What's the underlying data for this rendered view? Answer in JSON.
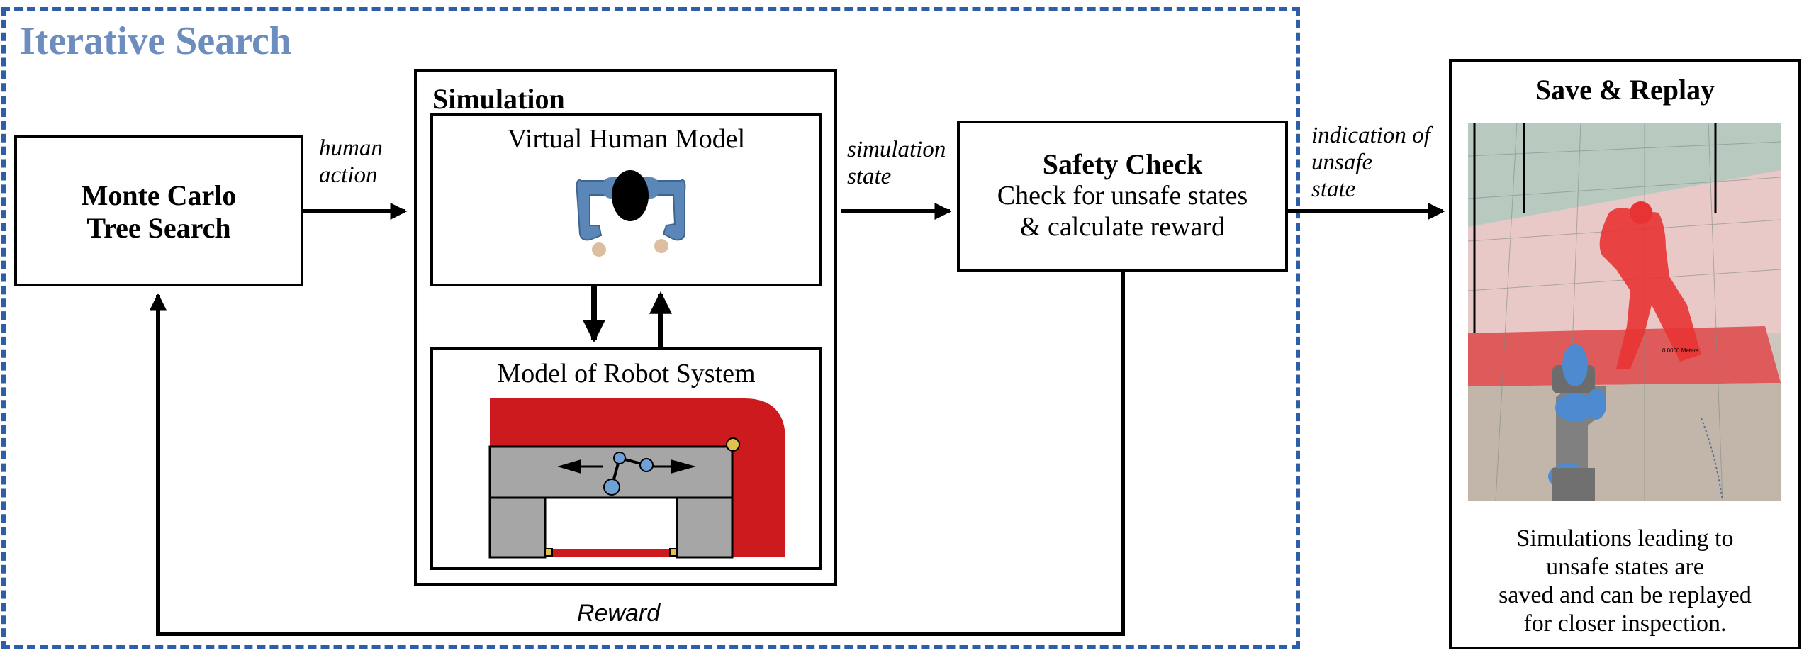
{
  "iterative_search": {
    "title": "Iterative Search"
  },
  "mcts": {
    "line1": "Monte Carlo",
    "line2": "Tree Search"
  },
  "edges": {
    "human_action_1": "human",
    "human_action_2": "action",
    "sim_state_1": "simulation",
    "sim_state_2": "state",
    "unsafe_1": "indication of",
    "unsafe_2": "unsafe",
    "unsafe_3": "state",
    "reward": "Reward"
  },
  "simulation": {
    "title": "Simulation",
    "human_model": "Virtual Human Model",
    "robot_model": "Model of Robot System"
  },
  "safety": {
    "title": "Safety Check",
    "line1": "Check for unsafe states",
    "line2": "& calculate reward"
  },
  "save_replay": {
    "title": "Save & Replay",
    "desc1": "Simulations leading to",
    "desc2": "unsafe states are",
    "desc3": "saved and can be replayed",
    "desc4": "for closer inspection.",
    "overlay_label": "0.0000 Meters"
  },
  "colors": {
    "dashed_border": "#2f5ea8",
    "title_blue": "#6d8dbf",
    "robot_red": "#cc1a1f",
    "human_blue": "#5b87b8",
    "gray": "#a6a6a6"
  }
}
